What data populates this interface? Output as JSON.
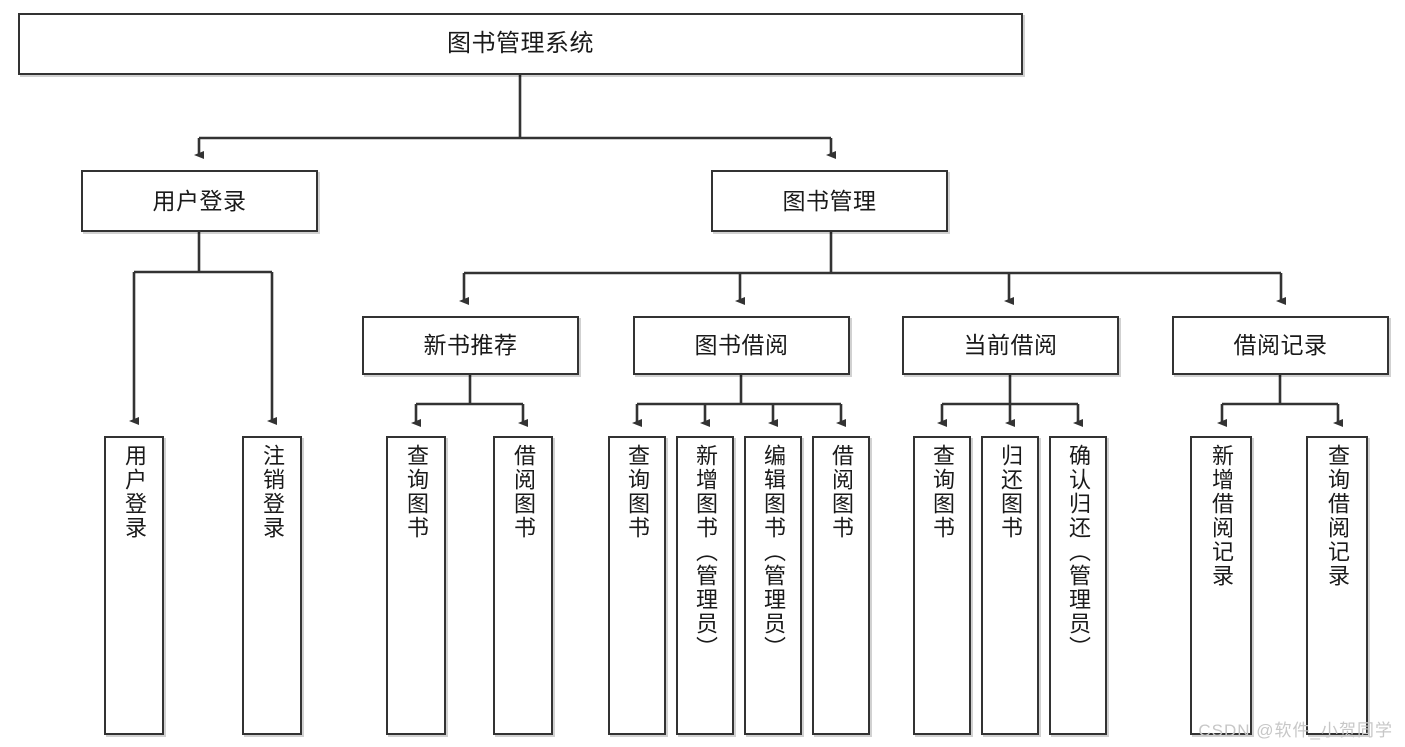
{
  "diagram": {
    "type": "tree-hierarchy",
    "title": "图书管理系统",
    "watermark": "CSDN @软件_小贺同学",
    "colors": {
      "stroke": "#333333",
      "fill": "#ffffff",
      "text": "#1a1a1a",
      "watermark": "#c7c7c7"
    },
    "nodes": {
      "root": {
        "label": "图书管理系统",
        "level": 1
      },
      "l2": [
        {
          "id": "user-login",
          "label": "用户登录",
          "level": 2
        },
        {
          "id": "book-manage",
          "label": "图书管理",
          "level": 2
        }
      ],
      "l3": [
        {
          "id": "new-book-recommend",
          "label": "新书推荐",
          "level": 3,
          "parent": "book-manage"
        },
        {
          "id": "book-borrow",
          "label": "图书借阅",
          "level": 3,
          "parent": "book-manage"
        },
        {
          "id": "current-borrow",
          "label": "当前借阅",
          "level": 3,
          "parent": "book-manage"
        },
        {
          "id": "borrow-record",
          "label": "借阅记录",
          "level": 3,
          "parent": "book-manage"
        }
      ],
      "leaves": [
        {
          "id": "leaf-user-login",
          "label": "用户登录",
          "parent": "user-login"
        },
        {
          "id": "leaf-user-logout",
          "label": "注销登录",
          "parent": "user-login"
        },
        {
          "id": "leaf-query-book-1",
          "label": "查询图书",
          "parent": "new-book-recommend"
        },
        {
          "id": "leaf-borrow-book-1",
          "label": "借阅图书",
          "parent": "new-book-recommend"
        },
        {
          "id": "leaf-query-book-2",
          "label": "查询图书",
          "parent": "book-borrow"
        },
        {
          "id": "leaf-add-book",
          "label": "新增图书（管理员）",
          "parent": "book-borrow"
        },
        {
          "id": "leaf-edit-book",
          "label": "编辑图书（管理员）",
          "parent": "book-borrow"
        },
        {
          "id": "leaf-borrow-book-2",
          "label": "借阅图书",
          "parent": "book-borrow"
        },
        {
          "id": "leaf-query-book-3",
          "label": "查询图书",
          "parent": "current-borrow"
        },
        {
          "id": "leaf-return-book",
          "label": "归还图书",
          "parent": "current-borrow"
        },
        {
          "id": "leaf-confirm-return",
          "label": "确认归还（管理员）",
          "parent": "current-borrow"
        },
        {
          "id": "leaf-add-record",
          "label": "新增借阅记录",
          "parent": "borrow-record"
        },
        {
          "id": "leaf-query-record",
          "label": "查询借阅记录",
          "parent": "borrow-record"
        }
      ]
    }
  }
}
